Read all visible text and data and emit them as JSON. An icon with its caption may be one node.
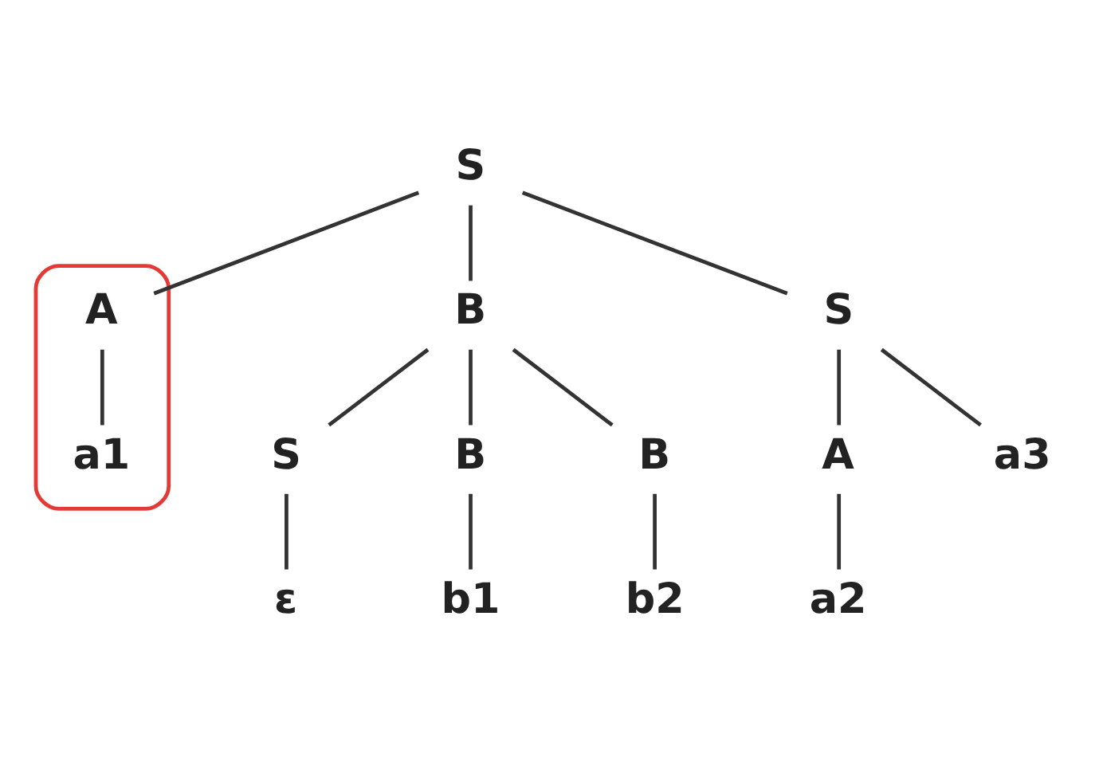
{
  "diagram": {
    "nodes": [
      {
        "text": [
          "S"
        ]
      },
      {
        "text": [],
        "shape": "ellipse"
      },
      {
        "text": [
          "A"
        ],
        "in": 1
      },
      {
        "text": [
          "B"
        ]
      },
      {
        "text": [
          "S"
        ]
      },
      {
        "text": [
          "a1"
        ],
        "in": 1
      },
      {
        "text": [
          "S"
        ]
      },
      {
        "text": [
          "B"
        ]
      },
      {
        "text": [
          "B"
        ]
      },
      {
        "text": [
          "A"
        ]
      },
      {
        "text": [
          "a3"
        ]
      },
      {
        "text": [
          "ε"
        ]
      },
      {
        "text": [
          "b1"
        ]
      },
      {
        "text": [
          "b2"
        ]
      },
      {
        "text": [
          "a2"
        ]
      }
    ],
    "edges": [
      {
        "from": 0,
        "to": 2,
        "arrow": "none"
      },
      {
        "from": 0,
        "to": 3,
        "arrow": "none"
      },
      {
        "from": 0,
        "to": 4,
        "arrow": "none"
      },
      {
        "from": 2,
        "to": 5,
        "arrow": "none"
      },
      {
        "from": 3,
        "to": 6,
        "arrow": "none"
      },
      {
        "from": 3,
        "to": 7,
        "arrow": "none"
      },
      {
        "from": 3,
        "to": 8,
        "arrow": "none"
      },
      {
        "from": 4,
        "to": 9,
        "arrow": "none"
      },
      {
        "from": 4,
        "to": 10,
        "arrow": "none"
      },
      {
        "from": 6,
        "to": 11,
        "arrow": "none"
      },
      {
        "from": 7,
        "to": 12,
        "arrow": "none"
      },
      {
        "from": 8,
        "to": 13,
        "arrow": "none"
      },
      {
        "from": 9,
        "to": 14,
        "arrow": "none"
      }
    ]
  }
}
